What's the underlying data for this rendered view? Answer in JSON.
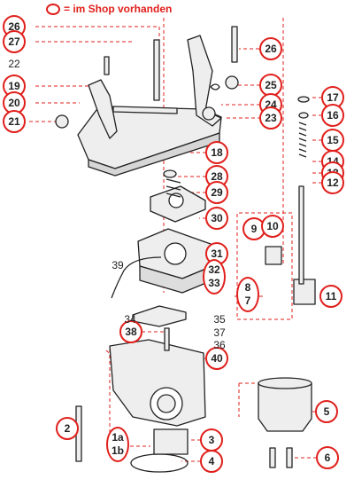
{
  "legend": {
    "text": "= im Shop vorhanden",
    "ring_color": "#e0201c"
  },
  "callouts": {
    "c26a": "26",
    "c27": "27",
    "c19": "19",
    "c20": "20",
    "c21": "21",
    "c26b": "26",
    "c25": "25",
    "c24": "24",
    "c23": "23",
    "c17": "17",
    "c16": "16",
    "c15": "15",
    "c14": "14",
    "c13": "13",
    "c12": "12",
    "c18": "18",
    "c28": "28",
    "c29": "29",
    "c30": "30",
    "c9": "9",
    "c10": "10",
    "c31": "31",
    "c32_top": "32",
    "c32_bottom": "33",
    "c8_top": "8",
    "c8_bottom": "7",
    "c11": "11",
    "c38": "38",
    "c40": "40",
    "c2": "2",
    "c1_top": "1a",
    "c1_bottom": "1b",
    "c3": "3",
    "c4": "4",
    "c5": "5",
    "c6": "6"
  },
  "plain_labels": {
    "p22": "22",
    "p39": "39",
    "p34": "34",
    "p35": "35",
    "p37": "37",
    "p36": "36"
  },
  "colors": {
    "accent": "#e0201c",
    "leader": "#e0201c",
    "part_line": "#222222",
    "part_fill": "#eeeeee"
  }
}
